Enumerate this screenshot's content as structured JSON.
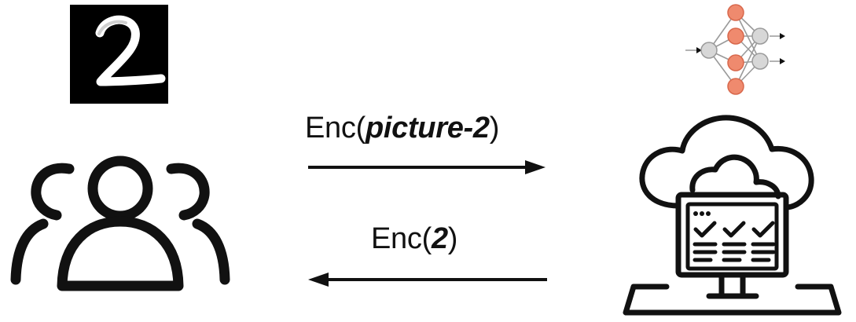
{
  "mnist_digit": "2",
  "labels": {
    "request_prefix": "Enc(",
    "request_arg": "picture-2",
    "request_suffix": ")",
    "response_prefix": "Enc(",
    "response_arg": "2",
    "response_suffix": ")"
  },
  "colors": {
    "stroke": "#111111",
    "nn_node_active": "#ef8a6e",
    "nn_node_idle": "#d7d7d7",
    "nn_edge": "#9a9a9a",
    "digit_bg": "#000000"
  },
  "icons": {
    "client": "users-icon",
    "server": "cloud-computer-icon",
    "model": "neural-network-icon",
    "input_image": "mnist-digit-image"
  }
}
